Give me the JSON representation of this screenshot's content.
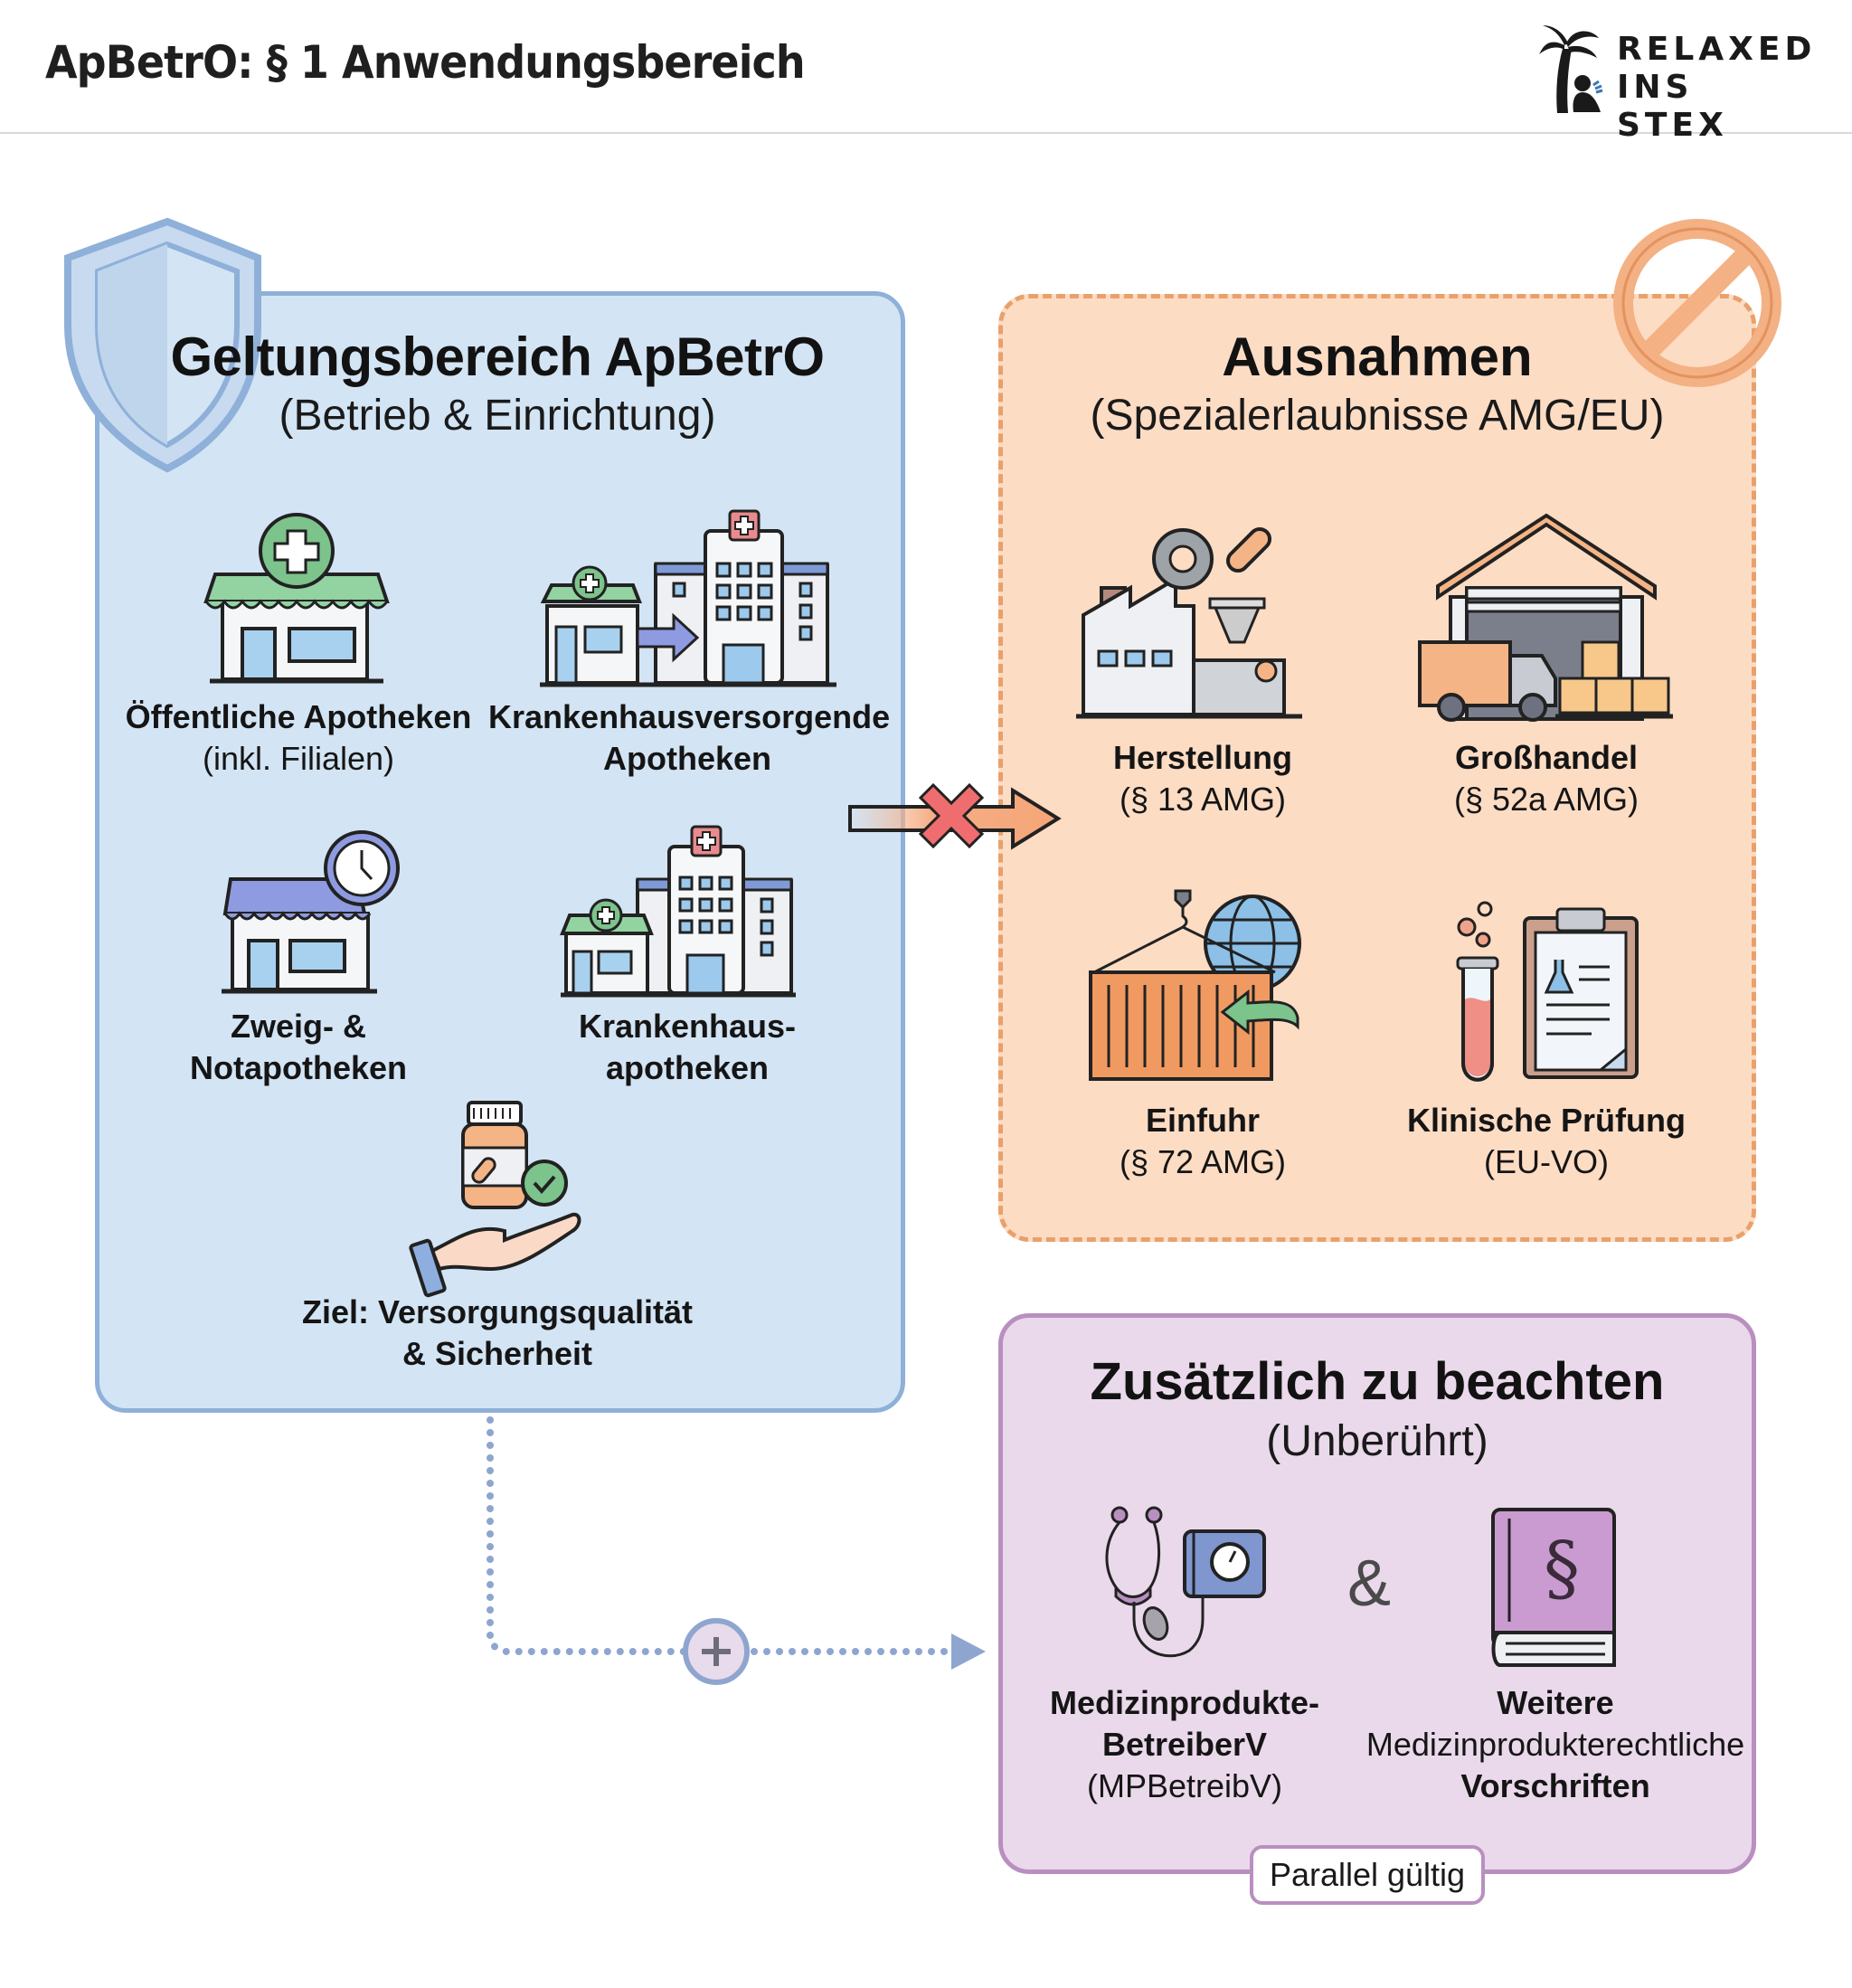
{
  "header": {
    "title": "ApBetrO: § 1 Anwendungsbereich",
    "logo": {
      "line1": "RELAXED",
      "line2": "INS STEX",
      "icon": "palm-tree-person-icon"
    }
  },
  "scope": {
    "title": "Geltungsbereich ApBetrO",
    "subtitle": "(Betrieb & Einrichtung)",
    "icon": "shield-icon",
    "color": "#8eb0d9",
    "background": "#d3e4f4",
    "items": [
      {
        "title": "Öffentliche Apotheken",
        "detail": "(inkl. Filialen)",
        "icon": "pharmacy-store-icon"
      },
      {
        "title": "Krankenhausversorgende",
        "title2": "Apotheken",
        "icon": "pharmacy-to-hospital-icon"
      },
      {
        "title": "Zweig- &",
        "title2": "Notapotheken",
        "icon": "pharmacy-clock-icon"
      },
      {
        "title": "Krankenhaus-",
        "title2": "apotheken",
        "icon": "hospital-pharmacy-icon"
      }
    ],
    "goal": {
      "line1": "Ziel: Versorgungsqualität",
      "line2": "& Sicherheit",
      "icon": "hand-medicine-check-icon"
    }
  },
  "exceptions": {
    "title": "Ausnahmen",
    "subtitle": "(Spezialerlaubnisse AMG/EU)",
    "icon": "prohibited-icon",
    "color": "#e8a16b",
    "background": "#fddcc4",
    "items": [
      {
        "title": "Herstellung",
        "detail": "(§ 13 AMG)",
        "icon": "factory-icon"
      },
      {
        "title": "Großhandel",
        "detail": "(§ 52a AMG)",
        "icon": "warehouse-truck-icon"
      },
      {
        "title": "Einfuhr",
        "detail": "(§ 72 AMG)",
        "icon": "import-container-globe-icon"
      },
      {
        "title": "Klinische Prüfung",
        "detail": "(EU-VO)",
        "icon": "test-tube-clipboard-icon"
      }
    ]
  },
  "connector_blocked": {
    "icon": "blocked-arrow-icon"
  },
  "connector_plus": {
    "icon": "plus-circle-icon"
  },
  "additional": {
    "title": "Zusätzlich zu beachten",
    "subtitle": "(Unberührt)",
    "color": "#b98fc0",
    "background": "#ead9eb",
    "ampersand": "&",
    "items": [
      {
        "line1": "Medizinprodukte-",
        "line2": "BetreiberV",
        "line3": "(MPBetreibV)",
        "icon": "stethoscope-blood-pressure-icon"
      },
      {
        "line1": "Weitere",
        "line2": "Medizinprodukterechtliche",
        "line3": "Vorschriften",
        "icon": "law-book-icon"
      }
    ],
    "badge": "Parallel gültig"
  }
}
